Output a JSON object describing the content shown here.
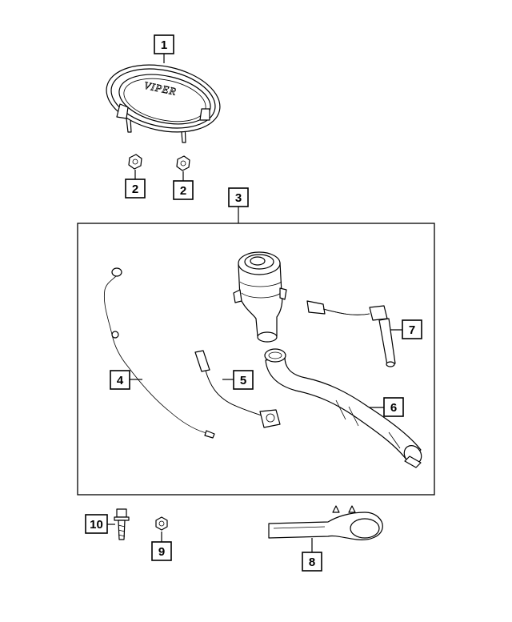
{
  "callouts": {
    "c1": "1",
    "c2a": "2",
    "c2b": "2",
    "c3": "3",
    "c4": "4",
    "c5": "5",
    "c6": "6",
    "c7": "7",
    "c8": "8",
    "c9": "9",
    "c10": "10"
  },
  "logo_text": "VIPER"
}
